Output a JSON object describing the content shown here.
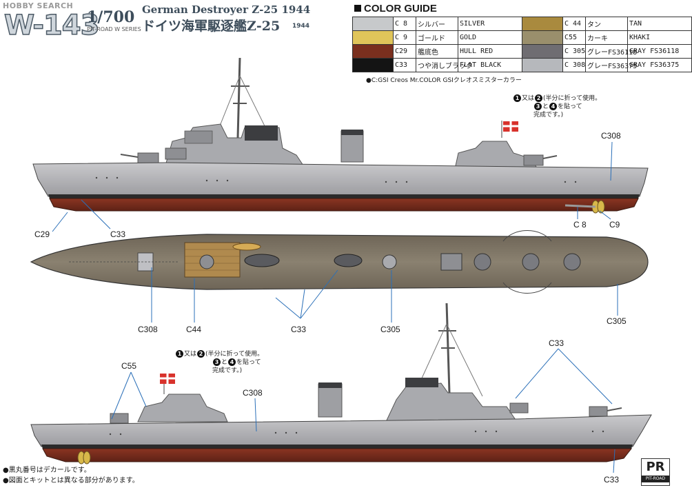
{
  "watermark": "HOBBY SEARCH",
  "header": {
    "code": "W-143",
    "scale": "1/700",
    "series": "PIT-ROAD W SERIES",
    "title_en": "German Destroyer Z-25 1944",
    "title_jp": "ドイツ海軍駆逐艦Z-25",
    "title_year": "1944"
  },
  "color_guide": {
    "heading": "COLOR GUIDE",
    "rows": [
      [
        {
          "code": "C 8",
          "jp": "シルバー",
          "en": "SILVER",
          "color": "#c7c9cb"
        },
        {
          "code": "C 44",
          "jp": "タン",
          "en": "TAN",
          "color": "#a98a3e"
        }
      ],
      [
        {
          "code": "C 9",
          "jp": "ゴールド",
          "en": "GOLD",
          "color": "#e0c55a"
        },
        {
          "code": "C55",
          "jp": "カーキ",
          "en": "KHAKI",
          "color": "#9a8f6c"
        }
      ],
      [
        {
          "code": "C29",
          "jp": "艦底色",
          "en": "HULL RED",
          "color": "#7a2f1e"
        },
        {
          "code": "C 305",
          "jp": "グレーFS36118",
          "en": "GRAY FS36118",
          "color": "#6f6d72"
        }
      ],
      [
        {
          "code": "C33",
          "jp": "つや消しブラック",
          "en": "FLAT BLACK",
          "color": "#141414"
        },
        {
          "code": "C 308",
          "jp": "グレーFS36375",
          "en": "GRAY FS36375",
          "color": "#b6b8bc"
        }
      ]
    ],
    "note": "●C:GSI Creos Mr.COLOR GSIクレオスミスターカラー"
  },
  "callouts": {
    "c308_top": "C308",
    "c8": "C 8",
    "c9": "C9",
    "c29": "C29",
    "c33_top": "C33",
    "c308_plan": "C308",
    "c44": "C44",
    "c33_plan": "C33",
    "c305_plan": "C305",
    "c305_plan_right": "C305",
    "c55": "C55",
    "c308_bottom": "C308",
    "c33_bottom_top": "C33",
    "c33_bottom": "C33"
  },
  "flag_note": {
    "num1": "1",
    "or": "又は",
    "num2": "2",
    "half": "(半分に折って使用。",
    "num3": "3",
    "and": "と",
    "num4": "4",
    "paste": "を貼って",
    "done": "完成です。)"
  },
  "footnotes": [
    "●黒丸番号はデカールです。",
    "●図面とキットとは異なる部分があります。"
  ],
  "logo": {
    "mark": "PR",
    "text": "PIT-ROAD"
  }
}
